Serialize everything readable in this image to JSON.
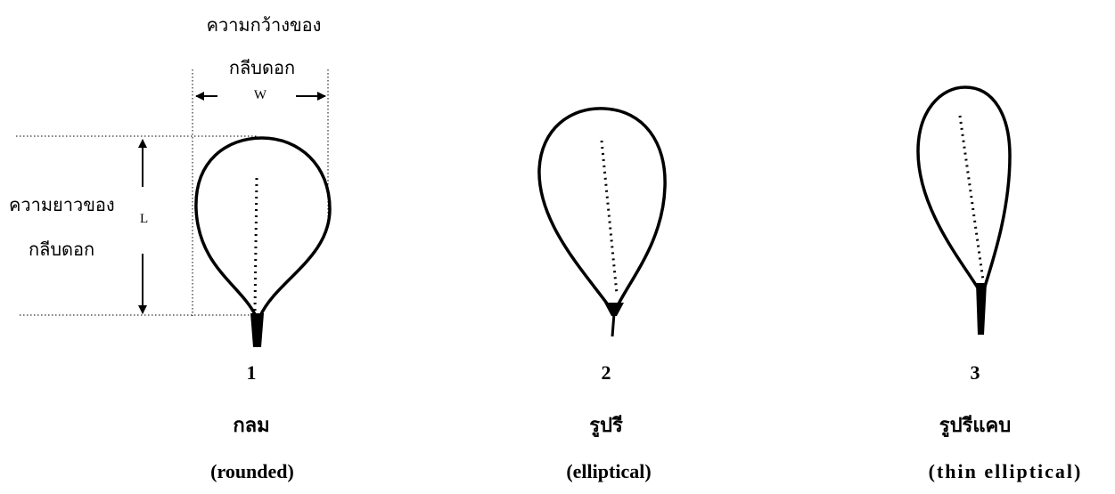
{
  "width_label_line1": "ความกว้างของ",
  "width_label_line2": "กลีบดอก",
  "width_symbol": "W",
  "length_label_line1": "ความยาวของ",
  "length_label_line2": "กลีบดอก",
  "length_symbol": "L",
  "shapes": [
    {
      "number": "1",
      "thai": "กลม",
      "english": "(rounded)"
    },
    {
      "number": "2",
      "thai": "รูปรี",
      "english": "(elliptical)"
    },
    {
      "number": "3",
      "thai": "รูปรีแคบ",
      "english": "(thin elliptical)"
    }
  ]
}
